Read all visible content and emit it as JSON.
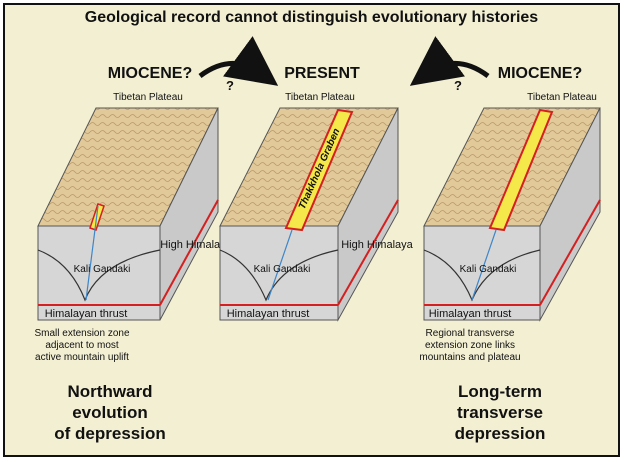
{
  "title": "Geological record cannot distinguish evolutionary histories",
  "stages": {
    "left": "MIOCENE?",
    "center": "PRESENT",
    "right": "MIOCENE?"
  },
  "arrow_question": "?",
  "labels": {
    "tibetan_plateau": "Tibetan Plateau",
    "high_himalaya": "High Himalaya",
    "kali_gandaki": "Kali Gandaki",
    "himalayan_thrust": "Himalayan thrust",
    "thakkhola_graben": "Thakkhola Graben"
  },
  "captions": {
    "left": [
      "Small extension zone",
      "adjacent to most",
      "active mountain uplift"
    ],
    "right": [
      "Regional transverse",
      "extension zone links",
      "mountains and plateau"
    ]
  },
  "conclusions": {
    "left": [
      "Northward",
      "evolution",
      "of depression"
    ],
    "right": [
      "Long-term",
      "transverse",
      "depression"
    ]
  },
  "colors": {
    "background": "#f3efd3",
    "block_top": "#e2c99a",
    "block_side": "#c9c9c9",
    "fault_red": "#d42020",
    "graben_yellow": "#f5e84a",
    "river_blue": "#3f86c8"
  }
}
